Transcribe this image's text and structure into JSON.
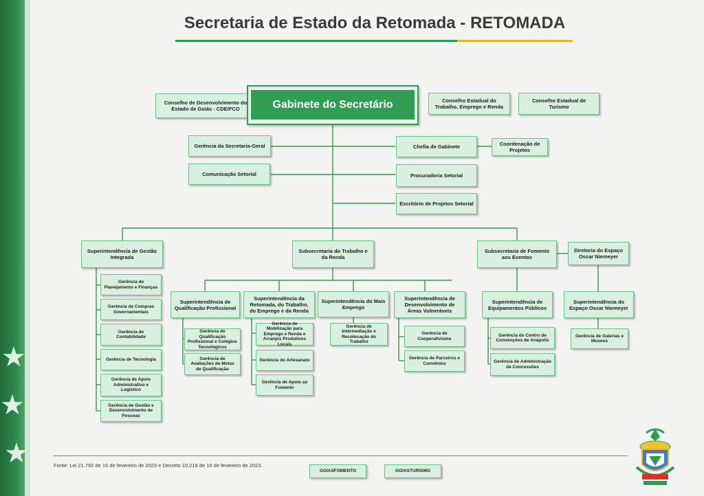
{
  "title": "Secretaria de Estado da Retomada - RETOMADA",
  "gabinete": "Gabinete do Secretário",
  "boxes": {
    "cde": "Conselho de Desenvolvimento do Estado de Goiás - CDE/FCO",
    "ceter": "Conselho Estadual do Trabalho, Emprego e Renda",
    "cetur": "Conselho Estadual de Turismo",
    "ger_sec": "Gerência da Secretaria-Geral",
    "com": "Comunicação Setorial",
    "chefia": "Chefia de Gabinete",
    "coord": "Coordenação de Projetos",
    "proc": "Procuradoria Setorial",
    "escr": "Escritório de Projetos Setorial",
    "sup_gi": "Superintendência de Gestão Integrada",
    "sub_ter": "Subsecretaria do Trabalho e da Renda",
    "sub_fe": "Subsecretaria de Fomento aos Eventos",
    "dir_eon": "Diretoria do Espaço Oscar Niemeyer",
    "g_plan": "Gerência de Planejamento e Finanças",
    "g_comp": "Gerência de Compras Governamentais",
    "g_cont": "Gerência de Contabilidade",
    "g_tec": "Gerência de Tecnologia",
    "g_apoio": "Gerência de Apoio Administrativo e Logístico",
    "g_pess": "Gerência de Gestão e Desenvolvimento de Pessoas",
    "s_qual": "Superintendência de Qualificação Profissional",
    "s_ret": "Superintendência da Retomada, do Trabalho, do Emprego e da Renda",
    "s_mais": "Superintendência do Mais Emprego",
    "s_dav": "Superintendência de Desenvolvimento de Áreas Vulneráveis",
    "s_eqp": "Superintendência de Equipamentos Públicos",
    "s_eon": "Superintendência do Espaço Oscar Niemeyer",
    "g_qpc": "Gerência de Qualificação Profissional e Colégios Tecnológicos",
    "g_aval": "Gerência de Avaliações de Metas de Qualificação",
    "g_mob": "Gerência de Mobilização para Emprego e Renda e Arranjos Produtivos Locais",
    "g_art": "Gerência do Artesanato",
    "g_fom": "Gerência de Apoio ao Fomento",
    "g_int": "Gerência de Intermediação e Recolocação do Trabalho",
    "g_coop": "Gerência de Cooperativismo",
    "g_parc": "Gerência de Parceiros e Convênios",
    "g_ccca": "Gerência do Centro de Convenções de Anápolis",
    "g_adm": "Gerência de Administração de Concessões",
    "g_gal": "Gerência de Galerias e Museus",
    "goiasfomento": "GOIASFOMENTO",
    "goiasturismo": "GOIASTURISMO"
  },
  "footer": "Fonte: Lei 21.792 de 16 de fevereiro de 2023 e Decreto 10.218 de 16 de fevereiro de 2023.",
  "colors": {
    "primary_green": "#2f9e52",
    "box_fill": "#d9efdf",
    "accent_yellow": "#e9b52d"
  }
}
